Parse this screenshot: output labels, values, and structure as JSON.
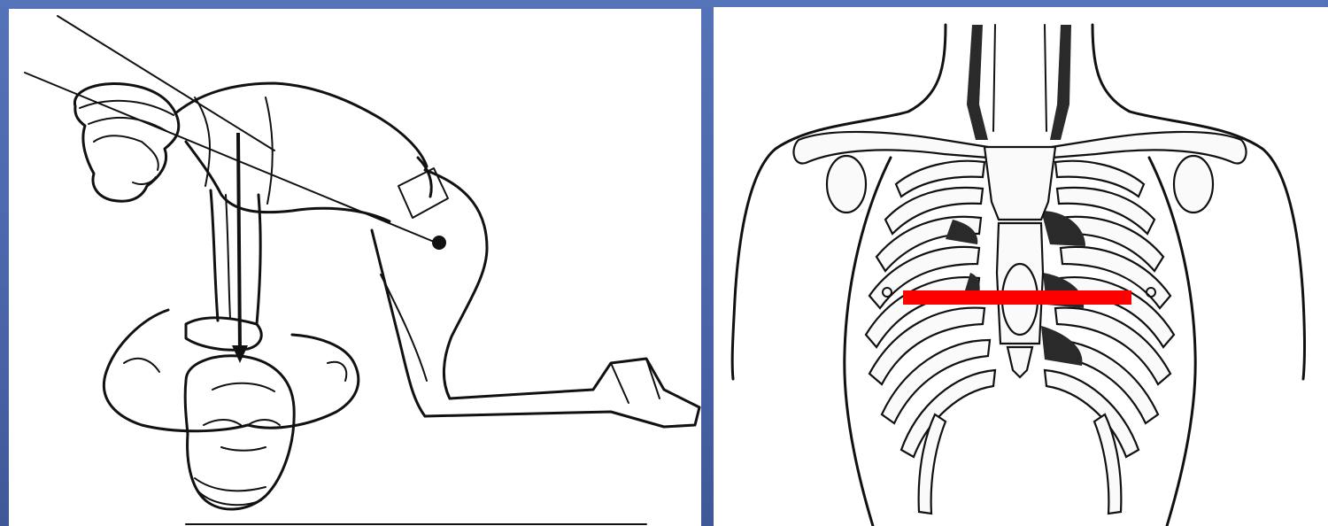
{
  "slide": {
    "background_color": "#4a64a8",
    "left_figure": {
      "subject": "rescuer-performing-chest-compressions",
      "icon": "cpr-rescuer-illustration"
    },
    "right_figure": {
      "subject": "thoracic-skeleton",
      "icon": "rib-cage-illustration",
      "marker_color": "#ff0000"
    }
  }
}
